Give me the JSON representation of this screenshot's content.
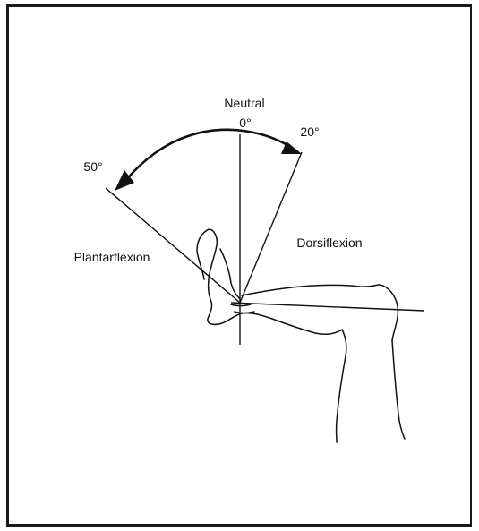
{
  "labels": {
    "neutral": "Neutral",
    "zero": "0°",
    "dorsi_angle": "20°",
    "plantar_angle": "50°",
    "dorsiflexion": "Dorsiflexion",
    "plantarflexion": "Plantarflexion"
  },
  "colors": {
    "ink": "#111111",
    "border": "#1a1a1a",
    "background": "#ffffff"
  }
}
